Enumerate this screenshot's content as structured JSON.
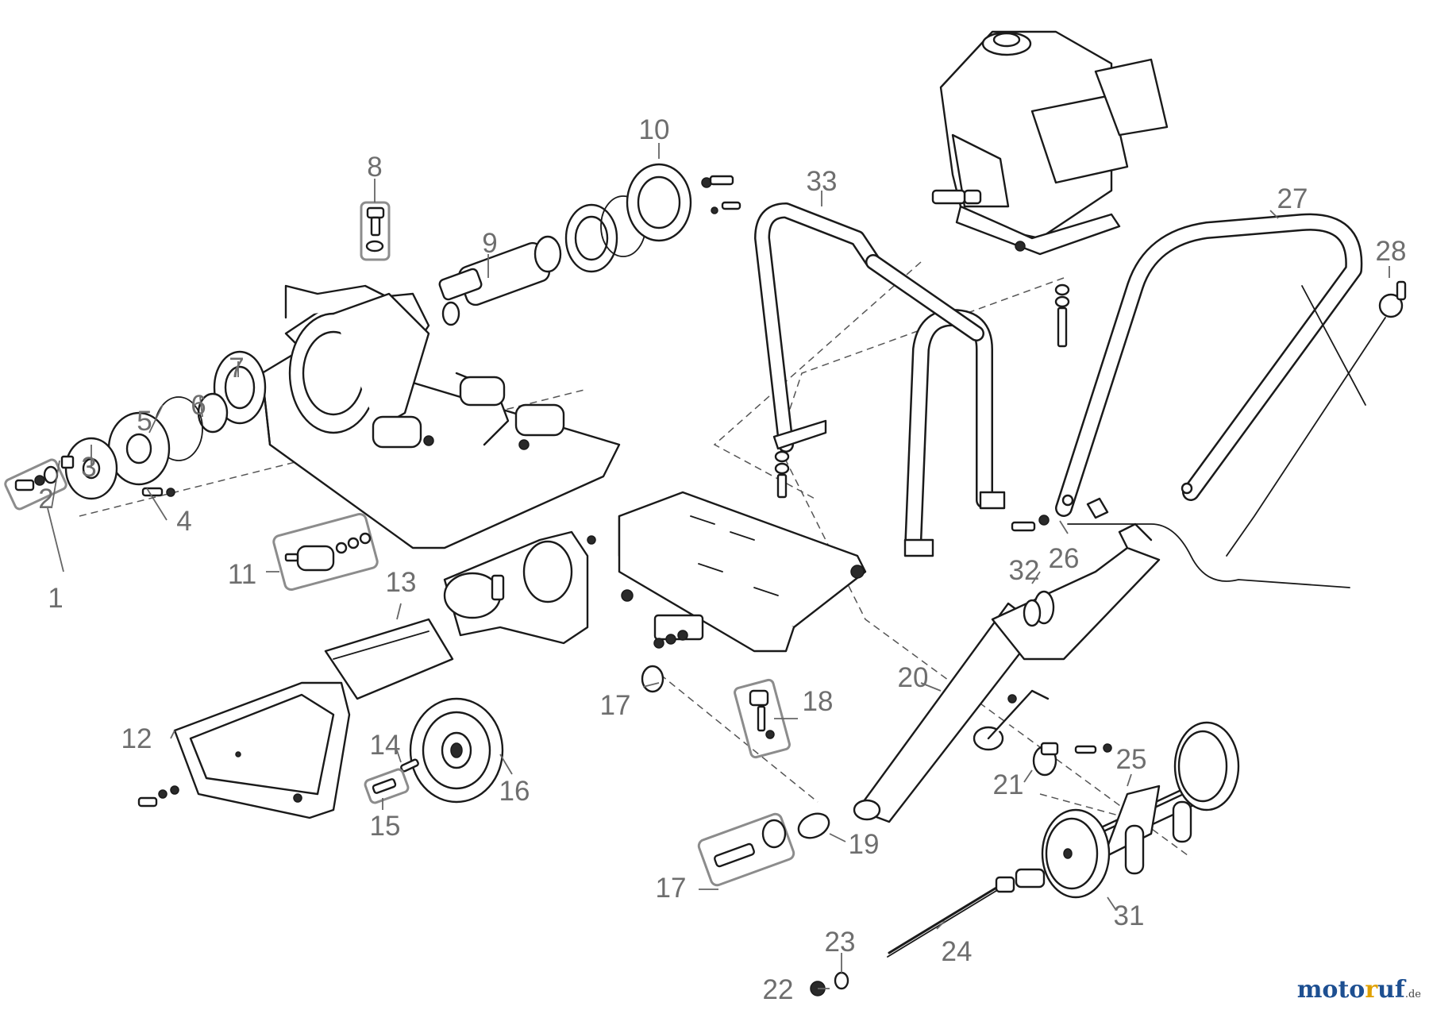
{
  "diagram": {
    "callouts": [
      "1",
      "2",
      "3",
      "4",
      "5",
      "6",
      "7",
      "8",
      "9",
      "10",
      "11",
      "12",
      "13",
      "14",
      "15",
      "16",
      "17",
      "17",
      "18",
      "19",
      "20",
      "21",
      "22",
      "23",
      "24",
      "25",
      "26",
      "27",
      "28",
      "31",
      "32",
      "33"
    ],
    "colors": {
      "line": "#1a1a1a",
      "callout": "#6e6e6e",
      "group_box": "#8c8c8c",
      "logo_blue": "#1d4f91",
      "logo_orange": "#e0a000"
    }
  },
  "logo": {
    "part1": "moto",
    "part2": "r",
    "part3": "uf",
    "suffix": ".de"
  }
}
